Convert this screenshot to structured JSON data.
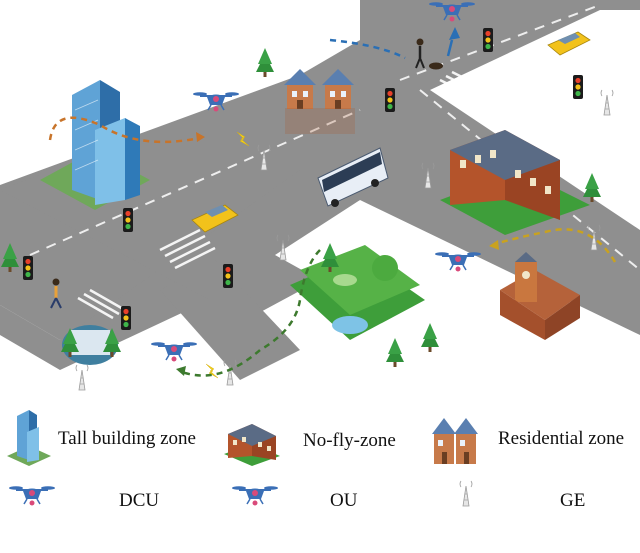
{
  "legend": {
    "tall_building_zone": "Tall building zone",
    "no_fly_zone": "No-fly-zone",
    "residential_zone": "Residential zone",
    "dcu": "DCU",
    "ou": "OU",
    "ge": "GE"
  },
  "colors": {
    "road": "#8e8e8e",
    "road_marking": "#ffffff",
    "dashed_path_building": "#c8742a",
    "dashed_path_nofly": "#c9a21f",
    "dashed_path_park": "#3d7a2e",
    "dashed_path_pedestrian": "#2a6fb5",
    "drone_dcu": "#3b6fb6",
    "drone_ou": "#3b6fb6",
    "lightning": "#f2d21b",
    "park_green": "#3e9e3a"
  },
  "icons": [
    "tall-building-icon",
    "no-fly-zone-building-icon",
    "residential-house-icon",
    "dcu-drone-icon",
    "ou-drone-icon",
    "ge-antenna-icon",
    "traffic-light-icon",
    "bus-icon",
    "taxi-icon",
    "pedestrian-icon",
    "tree-icon",
    "park-icon",
    "lightning-icon"
  ]
}
